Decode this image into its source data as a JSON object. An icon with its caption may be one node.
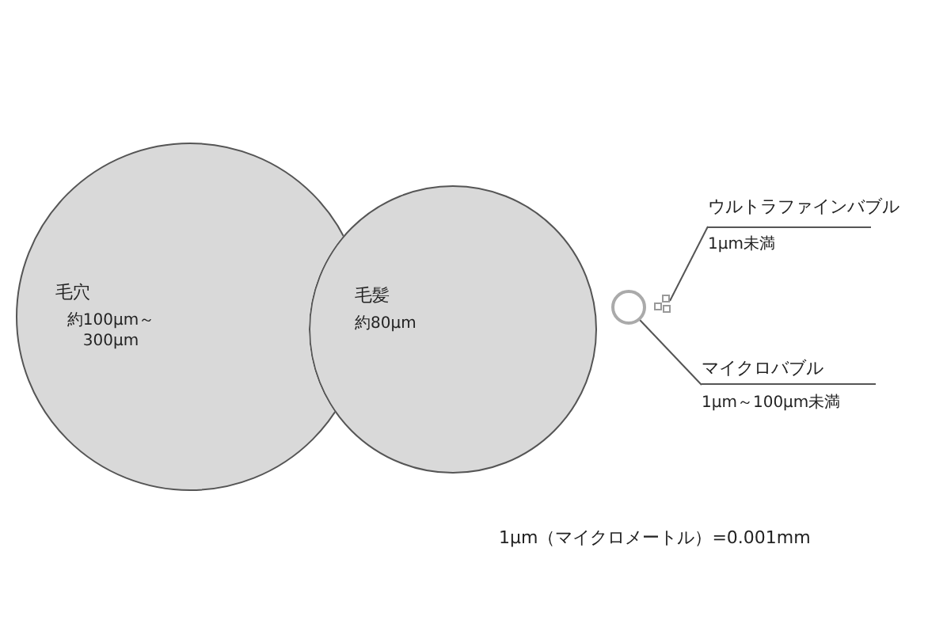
{
  "diagram": {
    "nodes": [
      {
        "text": [
          "毛穴",
          "約100μm～ 300μm"
        ]
      },
      {
        "text": [
          "毛髪",
          "約80μm"
        ]
      },
      {
        "text": [],
        "shape": "circle"
      },
      {
        "text": [],
        "shape": "picture"
      },
      {
        "text": [
          "ウルトラファインバブル",
          "1μm未満"
        ]
      },
      {
        "text": [
          "マイクロバブル",
          "1μm～100μm未満"
        ]
      }
    ],
    "edges": [
      {
        "from": 4,
        "to": 3,
        "arrow": "none"
      },
      {
        "from": 5,
        "to": 2,
        "arrow": "none"
      }
    ],
    "labels": [
      "1μm（マイクロメートル）=0.001mm"
    ]
  }
}
